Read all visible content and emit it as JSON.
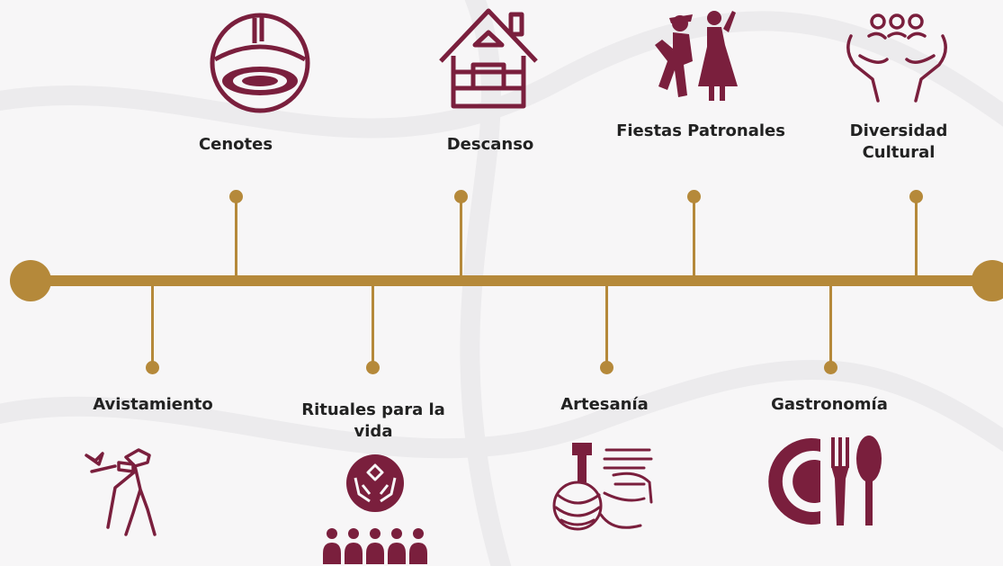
{
  "colors": {
    "accent": "#b5893a",
    "icon": "#7a1f3d",
    "text": "#222222"
  },
  "top_items": [
    {
      "label": "Cenotes",
      "icon": "cenote-icon"
    },
    {
      "label": "Descanso",
      "icon": "cabin-icon"
    },
    {
      "label": "Fiestas Patronales",
      "icon": "dancers-icon"
    },
    {
      "label": "Diversidad Cultural",
      "icon": "community-hands-icon"
    }
  ],
  "bottom_items": [
    {
      "label": "Avistamiento",
      "icon": "birdwatcher-icon"
    },
    {
      "label": "Rituales para la vida",
      "icon": "ritual-icon"
    },
    {
      "label": "Artesanía",
      "icon": "crafts-icon"
    },
    {
      "label": "Gastronomía",
      "icon": "dinnerware-icon"
    }
  ]
}
